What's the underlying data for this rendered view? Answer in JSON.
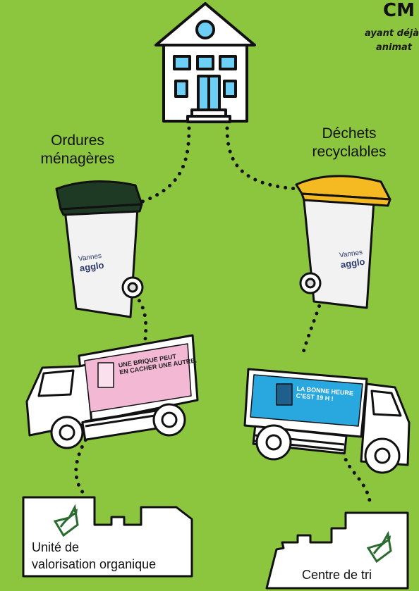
{
  "header": {
    "code": "CM",
    "line1": "ayant déjà",
    "line2": "animat"
  },
  "labels": {
    "left_bin_line1": "Ordures",
    "left_bin_line2": "ménagères",
    "right_bin_line1": "Déchets",
    "right_bin_line2": "recyclables",
    "left_facility_line1": "Unité de",
    "left_facility_line2": "valorisation organique",
    "right_facility": "Centre de tri"
  },
  "bin_logo": {
    "line1": "Vannes",
    "line2": "agglo"
  },
  "left_truck_ad": {
    "headline1": "UNE BRIQUE PEUT",
    "headline2": "EN CACHER UNE AUTRE."
  },
  "right_truck_ad": {
    "headline1": "LA BONNE HEURE",
    "headline2": "C'EST 19 H !"
  },
  "colors": {
    "background": "#8cc63f",
    "left_bin_lid": "#1f3a24",
    "right_bin_lid": "#f5b921",
    "left_ad": "#f3b8d4",
    "right_ad": "#29a8e0",
    "outline": "#111111"
  }
}
